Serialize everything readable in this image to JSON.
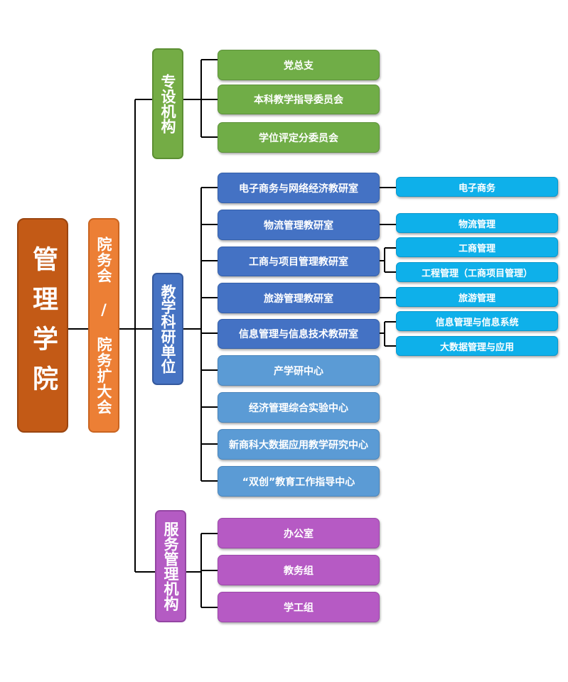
{
  "root": {
    "label": "管理学院"
  },
  "council": {
    "label": "院务会 / 院务扩大会"
  },
  "categories": {
    "special": {
      "label": "专设机构"
    },
    "teaching": {
      "label": "教学科研单位"
    },
    "service": {
      "label": "服务管理机构"
    }
  },
  "special_units": [
    "党总支",
    "本科教学指导委员会",
    "学位评定分委员会"
  ],
  "teaching_units": [
    "电子商务与网络经济教研室",
    "物流管理教研室",
    "工商与项目管理教研室",
    "旅游管理教研室",
    "信息管理与信息技术教研室",
    "产学研中心",
    "经济管理综合实验中心",
    "新商科大数据应用教学研究中心",
    "“双创”教育工作指导中心"
  ],
  "majors": [
    "电子商务",
    "物流管理",
    "工商管理",
    "工程管理（工商项目管理）",
    "旅游管理",
    "信息管理与信息系统",
    "大数据管理与应用"
  ],
  "service_units": [
    "办公室",
    "教务组",
    "学工组"
  ],
  "colors": {
    "root": "#c35a16",
    "council": "#ec7f35",
    "special": "#70ad47",
    "teaching_dept": "#4472c4",
    "teaching_center": "#5b9bd5",
    "service": "#b65ac4",
    "major": "#0eb0ea"
  }
}
